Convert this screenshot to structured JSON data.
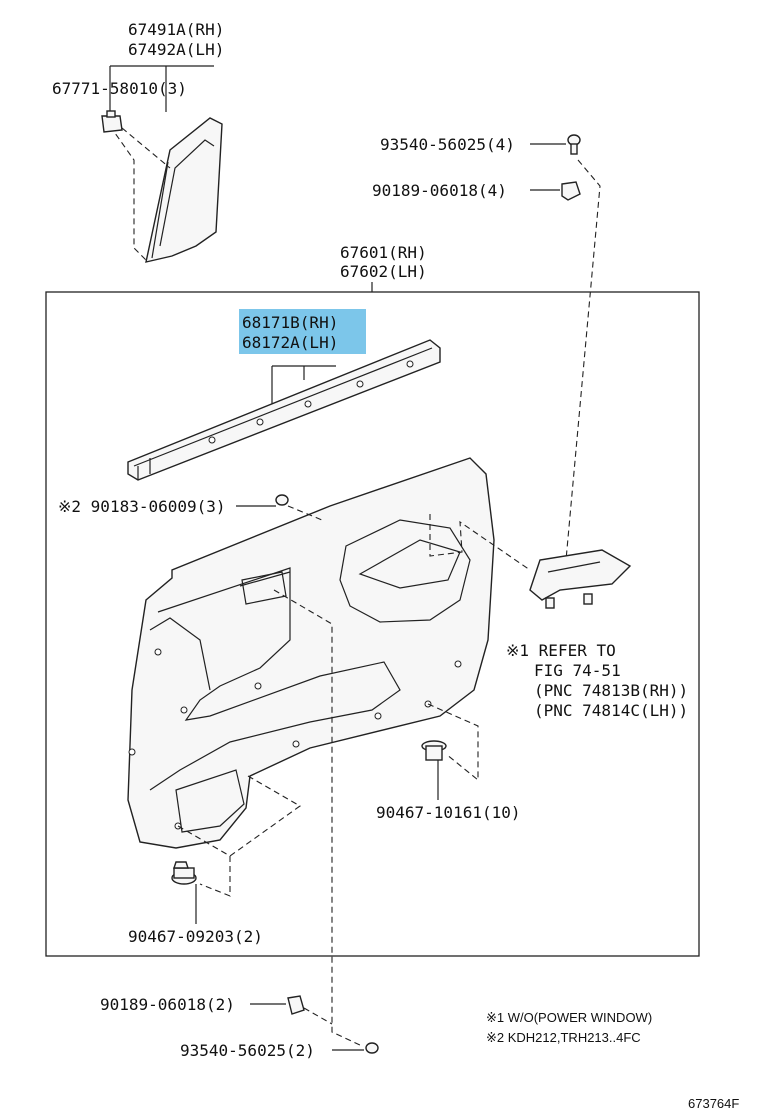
{
  "labels": {
    "p67491": "67491A(RH)",
    "p67492": "67492A(LH)",
    "p67771": "67771-58010(3)",
    "p93540_top": "93540-56025(4)",
    "p90189_top": "90189-06018(4)",
    "p67601": "67601(RH)",
    "p67602": "67602(LH)",
    "p68171": "68171B(RH)",
    "p68172": "68172A(LH)",
    "p90183": "※2 90183-06009(3)",
    "refer1": "※1 REFER TO",
    "refer2": "FIG 74-51",
    "refer3": "(PNC 74813B(RH))",
    "refer4": "(PNC 74814C(LH))",
    "p90467_10161": "90467-10161(10)",
    "p90467_09203": "90467-09203(2)",
    "p90189_bot": "90189-06018(2)",
    "p93540_bot": "93540-56025(2)",
    "note1": "※1 W/O(POWER WINDOW)",
    "note2": "※2 KDH212,TRH213..4FC",
    "figure_id": "673764F"
  },
  "colors": {
    "highlight": "#7cc6ea",
    "line": "#222222",
    "part_fill": "#f7f7f7"
  }
}
